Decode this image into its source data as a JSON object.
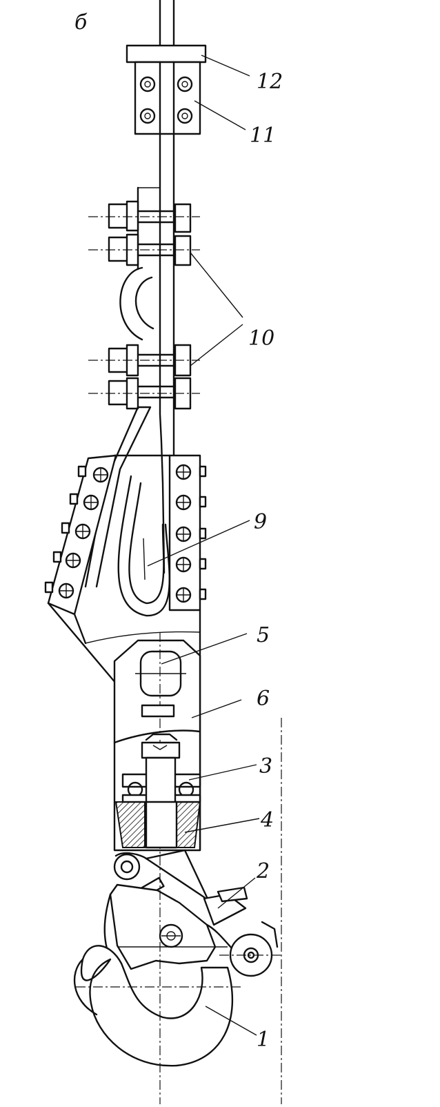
{
  "figure_letter": "б",
  "callouts": [
    {
      "id": "1",
      "text": "1"
    },
    {
      "id": "2",
      "text": "2"
    },
    {
      "id": "3",
      "text": "3"
    },
    {
      "id": "4",
      "text": "4"
    },
    {
      "id": "5",
      "text": "5"
    },
    {
      "id": "6",
      "text": "6"
    },
    {
      "id": "9",
      "text": "9"
    },
    {
      "id": "10",
      "text": "10"
    },
    {
      "id": "11",
      "text": "11"
    },
    {
      "id": "12",
      "text": "12"
    }
  ]
}
